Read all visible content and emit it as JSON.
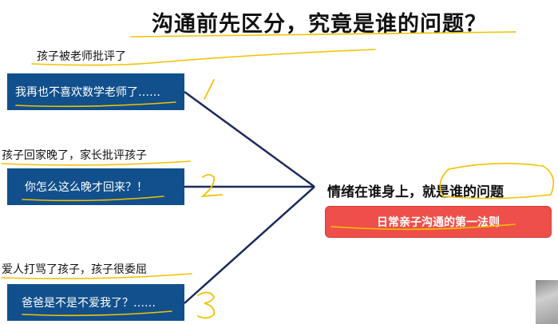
{
  "title": "沟通前先区分，究竟是谁的问题？",
  "scenarios": [
    {
      "caption": "孩子被老师批评了",
      "quote": "我再也不喜欢数学老师了……",
      "number": "1"
    },
    {
      "caption": "孩子回家晚了，家长批评孩子",
      "quote": "你怎么这么晚才回来？！",
      "number": "2"
    },
    {
      "caption": "爱人打骂了孩子，孩子很委屈",
      "quote": "爸爸是不是不爱我了？……",
      "number": "3"
    }
  ],
  "conclusion": "情绪在谁身上，就是谁的问题",
  "rule_button": "日常亲子沟通的第一法则",
  "colors": {
    "box_blue": "#11508c",
    "line_navy": "#1a2a5e",
    "annotation_yellow": "#f2c200",
    "button_red": "#ee4f4a"
  }
}
